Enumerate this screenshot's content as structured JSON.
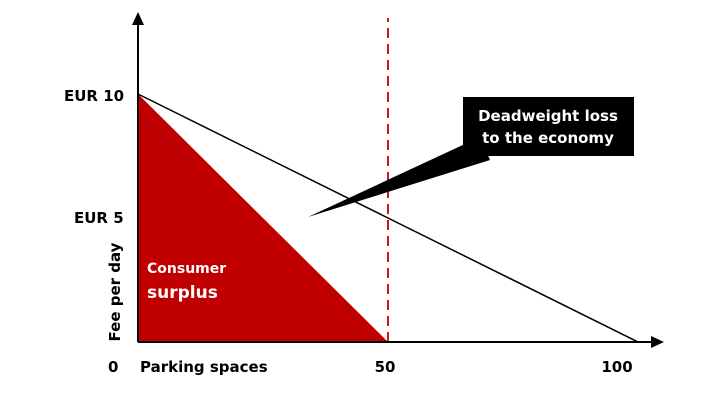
{
  "colors": {
    "surplus_fill": "#c00000",
    "quota_line": "#c00000",
    "callout_bg": "#000000",
    "axis": "#000000",
    "demand_line": "#000000"
  },
  "chart_data": {
    "type": "diagram",
    "xlabel": "Parking spaces",
    "ylabel": "Fee per day",
    "origin_label": "0",
    "y_ticks": [
      {
        "value": 10,
        "label": "EUR 10"
      },
      {
        "value": 5,
        "label": "EUR 5"
      }
    ],
    "x_ticks": [
      {
        "value": 50,
        "label": "50"
      },
      {
        "value": 100,
        "label": "100"
      }
    ],
    "demand_line": {
      "from": [
        0,
        10
      ],
      "to": [
        100,
        0
      ]
    },
    "consumer_surplus_region": [
      [
        0,
        0
      ],
      [
        0,
        10
      ],
      [
        50,
        0
      ]
    ],
    "quota_line_x": 50,
    "region_label_lines": [
      "Consumer",
      "surplus"
    ],
    "callout_lines": [
      "Deadweight loss",
      "to the economy"
    ]
  }
}
